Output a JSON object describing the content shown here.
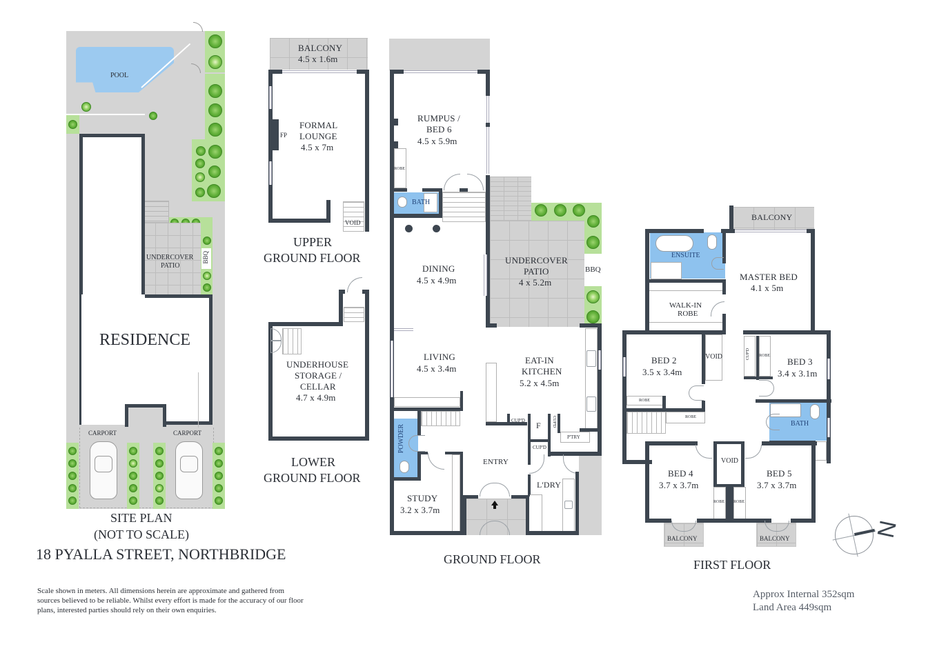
{
  "property": {
    "address": "18 PYALLA STREET, NORTHBRIDGE",
    "approx_internal": "Approx Internal 352sqm",
    "land_area": "Land Area 449sqm",
    "disclaimer_lines": [
      "Scale shown in meters. All dimensions herein are approximate and gathered from",
      "sources believed to be  reliable. Whilst every effort is made for the accuracy of our floor",
      "plans, interested parties should rely on their own enquiries."
    ]
  },
  "colors": {
    "wall": "#3d4650",
    "paving": "#d4d4d4",
    "garden": "#b7e09a",
    "wet_area": "#8ec2ee",
    "pool": "#9ccaf0",
    "text": "#2b2f36"
  },
  "site_plan": {
    "title_line1": "SITE PLAN",
    "title_line2": "(NOT TO SCALE)",
    "labels": {
      "pool": "POOL",
      "residence": "RESIDENCE",
      "undercover_patio_line1": "UNDERCOVER",
      "undercover_patio_line2": "PATIO",
      "bbq": "BBQ",
      "carport_left": "CARPORT",
      "carport_right": "CARPORT"
    }
  },
  "upper_ground_floor": {
    "title_line1": "UPPER",
    "title_line2": "GROUND FLOOR",
    "rooms": {
      "balcony": {
        "name": "BALCONY",
        "dims": "4.5 x 1.6m"
      },
      "formal_lounge": {
        "name_line1": "FORMAL",
        "name_line2": "LOUNGE",
        "dims": "4.5 x 7m"
      },
      "fp": "FP",
      "void": "VOID"
    }
  },
  "lower_ground_floor": {
    "title_line1": "LOWER",
    "title_line2": "GROUND FLOOR",
    "rooms": {
      "storage": {
        "name_line1": "UNDERHOUSE",
        "name_line2": "STORAGE /",
        "name_line3": "CELLAR",
        "dims": "4.7 x 4.9m"
      }
    }
  },
  "ground_floor": {
    "title": "GROUND FLOOR",
    "rooms": {
      "rumpus": {
        "name_line1": "RUMPUS /",
        "name_line2": "BED 6",
        "dims": "4.5 x 5.9m"
      },
      "robe": "ROBE",
      "bath": "BATH",
      "dining": {
        "name": "DINING",
        "dims": "4.5 x 4.9m"
      },
      "undercover_patio": {
        "name_line1": "UNDERCOVER",
        "name_line2": "PATIO",
        "dims": "4 x 5.2m"
      },
      "bbq": "BBQ",
      "living": {
        "name": "LIVING",
        "dims": "4.5 x 3.4m"
      },
      "kitchen": {
        "name_line1": "EAT-IN",
        "name_line2": "KITCHEN",
        "dims": "5.2 x 4.5m"
      },
      "cupd_1": "CUP'D",
      "cupd_2": "CUP'D",
      "cupd_3": "CUP'D",
      "fridge": "F",
      "pantry": "P'TRY",
      "powder": "POWDER",
      "entry": "ENTRY",
      "laundry": "L'DRY",
      "study": {
        "name": "STUDY",
        "dims": "3.2 x 3.7m"
      }
    }
  },
  "first_floor": {
    "title": "FIRST FLOOR",
    "rooms": {
      "balcony_master": "BALCONY",
      "ensuite": "ENSUITE",
      "master_bed": {
        "name": "MASTER BED",
        "dims": "4.1 x 5m"
      },
      "walk_in_robe": {
        "name_line1": "WALK-IN",
        "name_line2": "ROBE"
      },
      "bed2": {
        "name": "BED 2",
        "dims": "3.5 x 3.4m"
      },
      "void_1": "VOID",
      "cupd": "CUP'D",
      "robe_bed3": "ROBE",
      "bed3": {
        "name": "BED 3",
        "dims": "3.4 x 3.1m"
      },
      "robe_bed2": "ROBE",
      "robe_hall": "ROBE",
      "bath": "BATH",
      "bed4": {
        "name": "BED 4",
        "dims": "3.7 x 3.7m"
      },
      "void_2": "VOID",
      "robe_bed4": "ROBE",
      "robe_bed5": "ROBE",
      "bed5": {
        "name": "BED 5",
        "dims": "3.7 x 3.7m"
      },
      "balcony_bed4": "BALCONY",
      "balcony_bed5": "BALCONY"
    }
  },
  "compass": {
    "north_label": "N"
  }
}
